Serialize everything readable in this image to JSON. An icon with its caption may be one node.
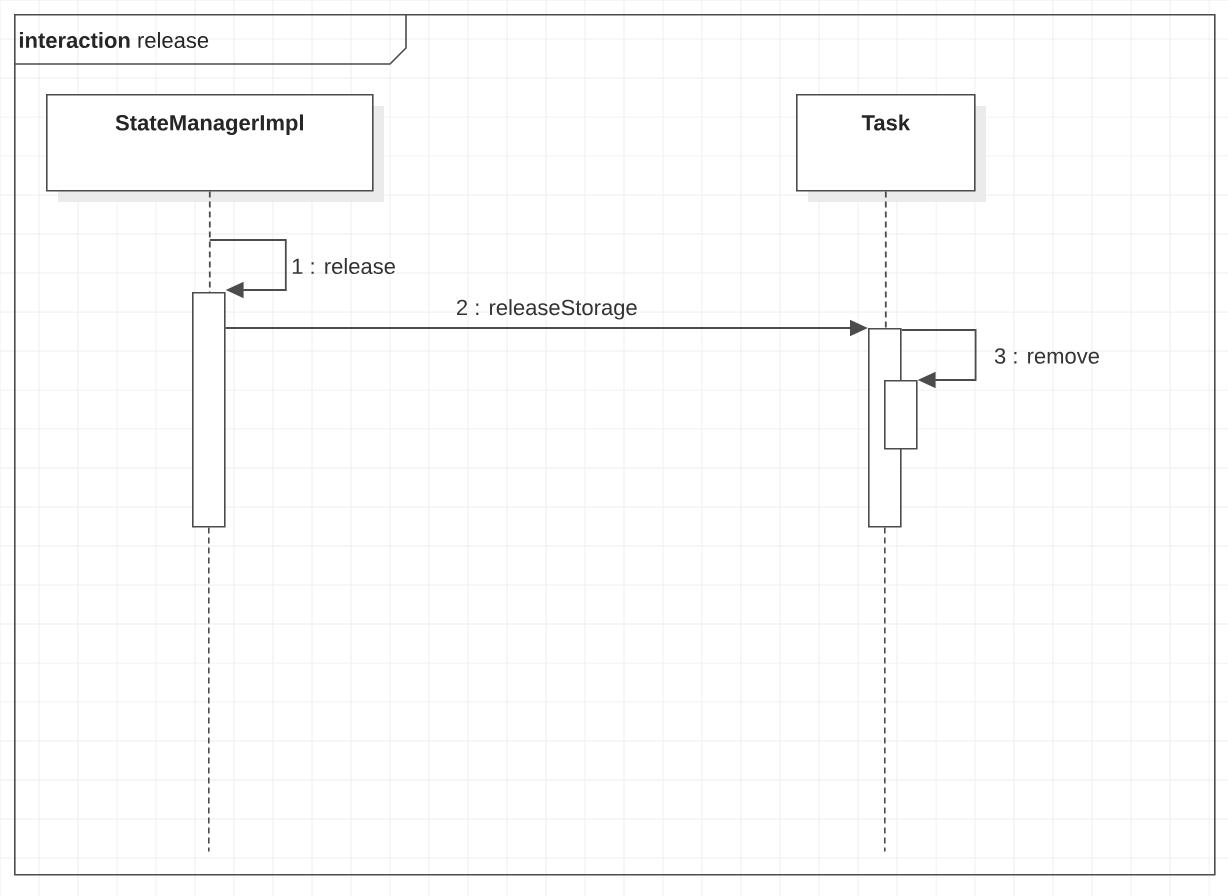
{
  "diagram": {
    "nodes": [
      {
        "text": [
          "**interaction** release"
        ]
      },
      {
        "text": [
          "StateManagerImpl"
        ],
        "in": 0
      },
      {
        "text": [
          "Task"
        ],
        "in": 0
      },
      {
        "text": [],
        "shape": "bar",
        "in": 0
      },
      {
        "text": [],
        "shape": "bar",
        "in": 0
      },
      {
        "text": [],
        "shape": "bar",
        "in": 0
      }
    ],
    "edges": [
      {
        "from": 1,
        "to": 3,
        "arrow": "none",
        "style": "dashed"
      },
      {
        "from": 2,
        "to": 4,
        "arrow": "none",
        "style": "dashed"
      },
      {
        "from": 1,
        "to": 3,
        "arrow": "to",
        "label": "1 : release"
      },
      {
        "from": 3,
        "to": 4,
        "arrow": "to",
        "label": "2 : releaseStorage"
      },
      {
        "from": 4,
        "to": 5,
        "arrow": "to",
        "label": "3 : remove"
      }
    ]
  }
}
